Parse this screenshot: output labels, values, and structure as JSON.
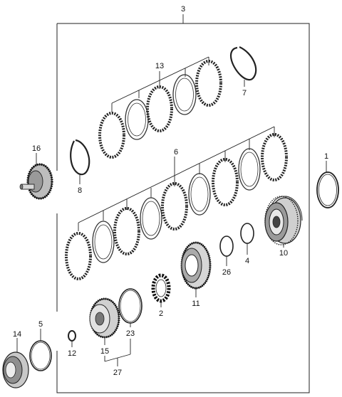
{
  "callouts": {
    "c1": "1",
    "c2": "2",
    "c3": "3",
    "c4": "4",
    "c5": "5",
    "c6": "6",
    "c7": "7",
    "c8": "8",
    "c10": "10",
    "c11": "11",
    "c12": "12",
    "c13": "13",
    "c14": "14",
    "c15": "15",
    "c16": "16",
    "c23": "23",
    "c26": "26",
    "c27": "27"
  }
}
